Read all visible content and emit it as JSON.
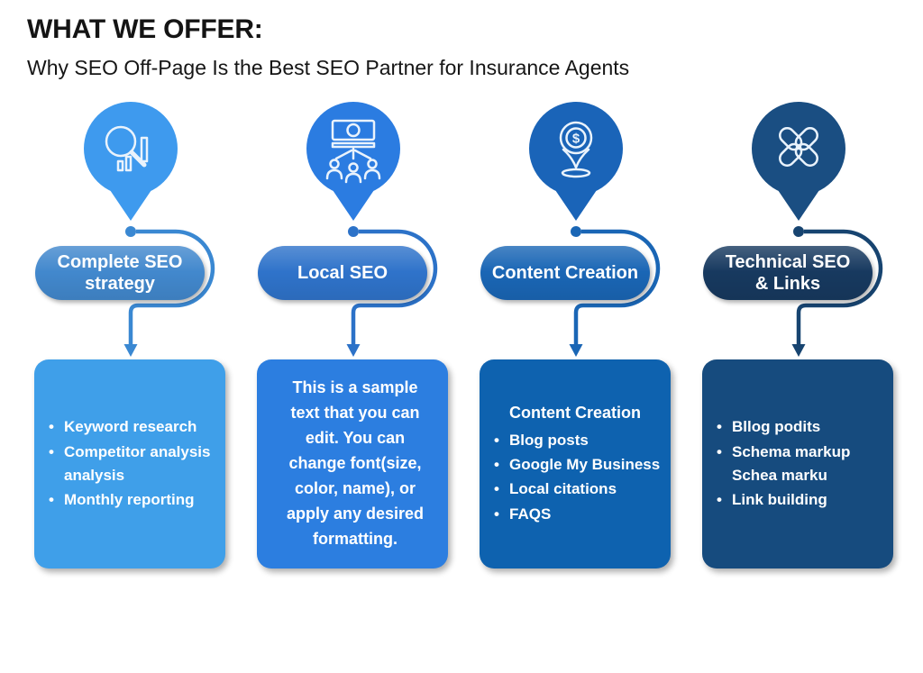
{
  "header": {
    "title": "WHAT WE OFFER:",
    "subtitle": "Why SEO Off-Page Is the Best SEO Partner for Insurance Agents"
  },
  "columns": [
    {
      "name": "complete-seo-strategy",
      "icon": "search-analytics-icon",
      "pill_lines": [
        "Complete SEO",
        "strategy"
      ],
      "colors": {
        "balloon": "#3E9AEE",
        "pill": "#4288CD",
        "box": "#3F9FE9",
        "connector": "#3A88D2"
      },
      "box": {
        "bullets": [
          "Keyword research",
          "Competitor analysis analysis",
          "Monthly reporting"
        ]
      }
    },
    {
      "name": "local-seo",
      "icon": "money-distribution-icon",
      "pill_lines": [
        "Local SEO"
      ],
      "colors": {
        "balloon": "#2B7CE1",
        "pill": "#2F73CA",
        "box": "#2C7EE0",
        "connector": "#2C72C8"
      },
      "box": {
        "text": "This is a sample text that you can edit. You can change font(size, color, name), or apply any desired formatting."
      }
    },
    {
      "name": "content-creation",
      "icon": "location-dollar-icon",
      "pill_lines": [
        "Content Creation"
      ],
      "colors": {
        "balloon": "#1A64B8",
        "pill": "#1A66B5",
        "box": "#0E62AF",
        "connector": "#1A66B5"
      },
      "box": {
        "heading": "Content Creation",
        "bullets": [
          "Blog posts",
          "Google My Business",
          "Local citations",
          "FAQS"
        ]
      }
    },
    {
      "name": "technical-seo-links",
      "icon": "chain-links-icon",
      "pill_lines": [
        "Technical SEO",
        "& Links"
      ],
      "colors": {
        "balloon": "#1A4E82",
        "pill": "#17395F",
        "box": "#164B7E",
        "connector": "#174470"
      },
      "box": {
        "bullets": [
          "Bllog podits",
          "Schema markup Schea marku",
          "Link building"
        ]
      }
    }
  ]
}
